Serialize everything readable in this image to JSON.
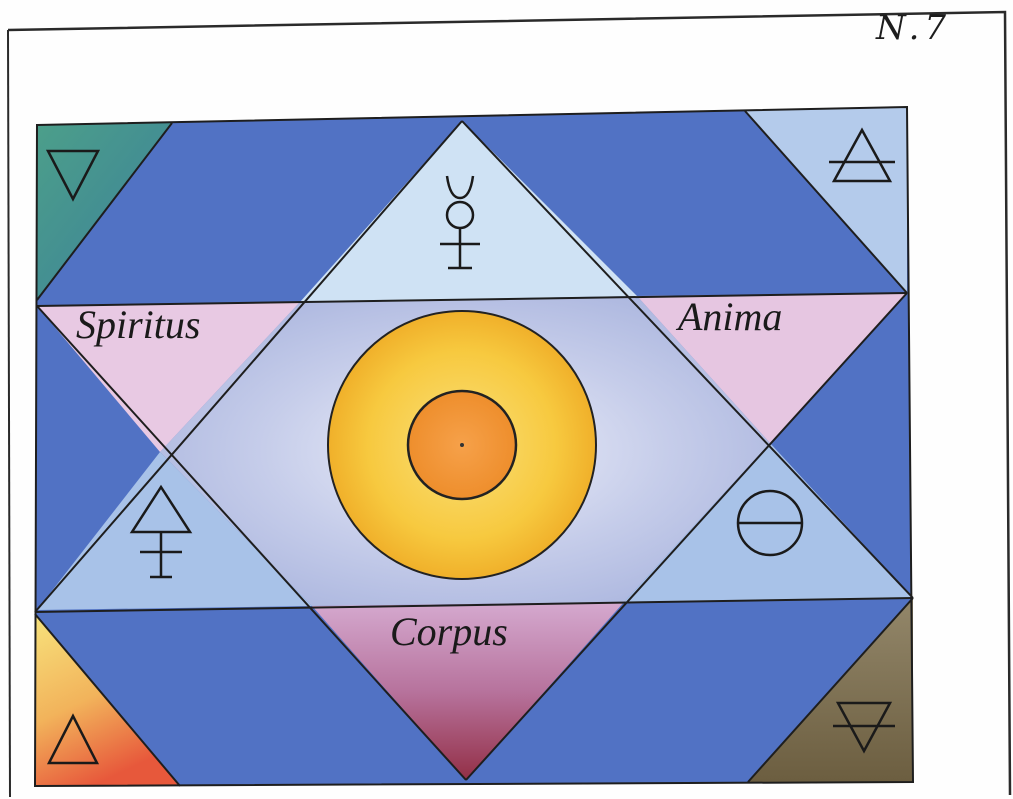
{
  "plate": {
    "number": "N.7"
  },
  "labels": {
    "spiritus": "Spiritus",
    "anima": "Anima",
    "corpus": "Corpus"
  },
  "symbols": {
    "top_center": "mercury-symbol-icon",
    "top_left_corner": "water-symbol-icon",
    "top_right_corner": "air-symbol-icon",
    "bottom_left_corner": "fire-symbol-icon",
    "bottom_right_corner": "earth-symbol-icon",
    "left_triangle": "sulfur-symbol-icon",
    "right_triangle": "salt-symbol-icon",
    "center": "sun-circle-icon"
  },
  "colors": {
    "deep_blue": "#4f6fc0",
    "light_blue": "#a9c6ea",
    "pale_lavender": "#c3cbe6",
    "pink": "#e6c6e0",
    "teal": "#3f8f87",
    "gold": "#f6c83d",
    "orange": "#f19a3a",
    "corpus_bottom": "#9b3a4f",
    "fire_bottom": "#e85e3c",
    "earth": "#7a6c4c"
  }
}
